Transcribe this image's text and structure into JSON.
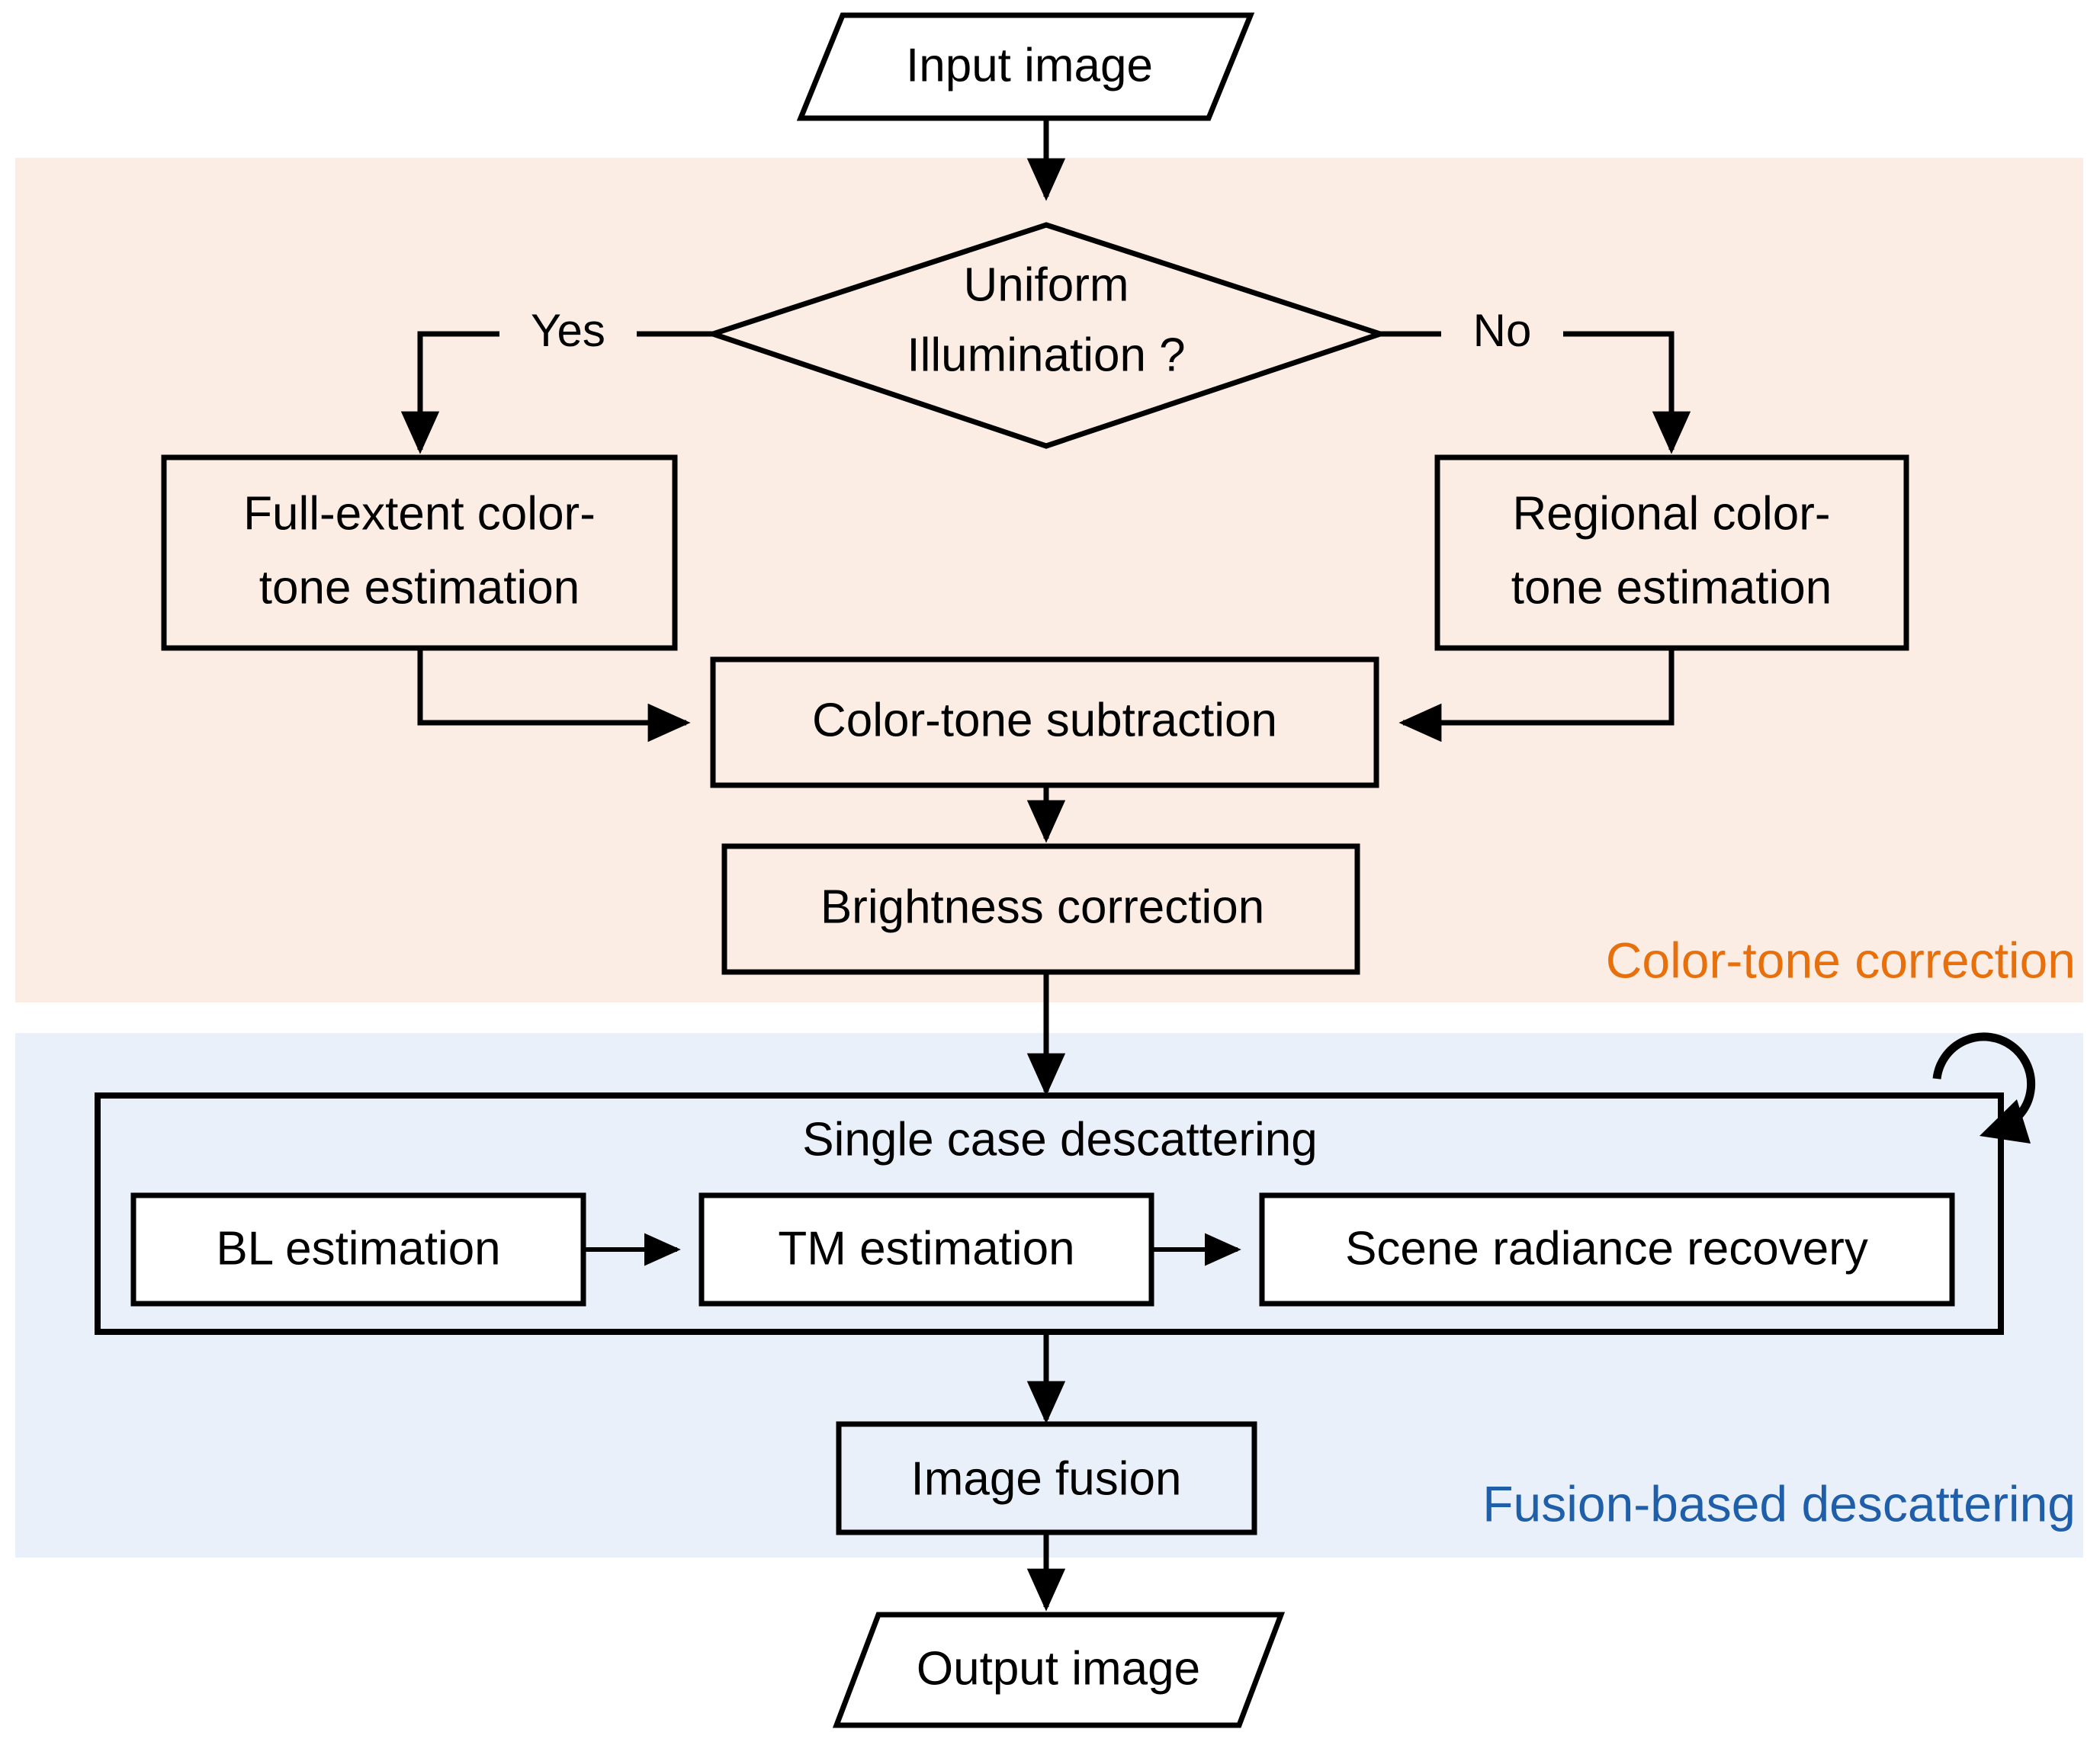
{
  "diagram": {
    "title": "Underwater image enhancement pipeline flowchart",
    "colors": {
      "color_tone_band": "#FCEDE4",
      "fusion_band": "#EAF0F9",
      "color_tone_label": "#E8700C",
      "fusion_label": "#1F5FA9",
      "stroke": "#000000"
    },
    "nodes": {
      "input_image": "Input image",
      "decision": {
        "line1": "Uniform",
        "line2": "Illumination ?"
      },
      "branch_yes": "Yes",
      "branch_no": "No",
      "full_extent": {
        "line1": "Full-extent color-",
        "line2": "tone estimation"
      },
      "regional": {
        "line1": "Regional color-",
        "line2": "tone estimation"
      },
      "color_tone_subtraction": "Color-tone subtraction",
      "brightness_correction": "Brightness correction",
      "single_case_descattering": "Single case descattering",
      "bl_estimation": "BL estimation",
      "tm_estimation": "TM estimation",
      "scene_radiance_recovery": "Scene radiance recovery",
      "image_fusion": "Image fusion",
      "output_image": "Output image"
    },
    "sections": {
      "color_tone_correction": "Color-tone correction",
      "fusion_based_descattering": "Fusion-based descattering"
    },
    "icons": {
      "loop_arrow": "loop-arrow-icon"
    }
  }
}
